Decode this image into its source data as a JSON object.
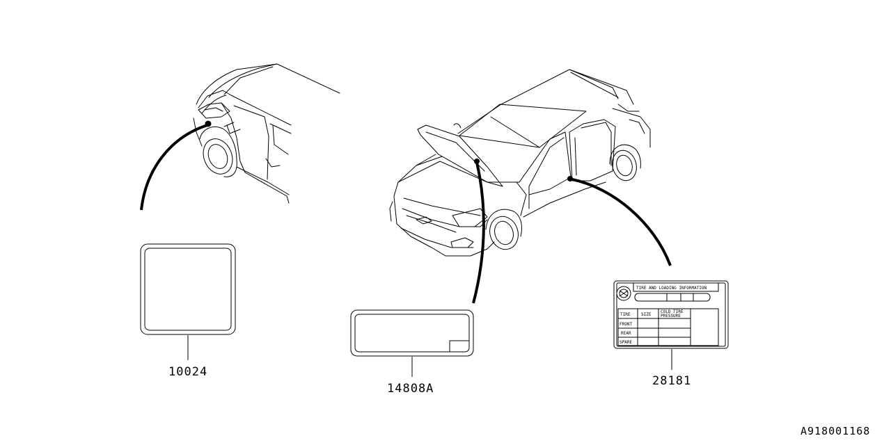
{
  "parts": [
    {
      "number": "10024"
    },
    {
      "number": "14808A"
    },
    {
      "number": "28181"
    }
  ],
  "tire_label": {
    "title": "TIRE AND LOADING INFORMATION",
    "col_tire": "TIRE",
    "col_size": "SIZE",
    "col_pressure_line1": "COLD TIRE",
    "col_pressure_line2": "PRESSURE",
    "rows": [
      "FRONT",
      "REAR",
      "SPARE"
    ]
  },
  "reference_code": "A918001168"
}
